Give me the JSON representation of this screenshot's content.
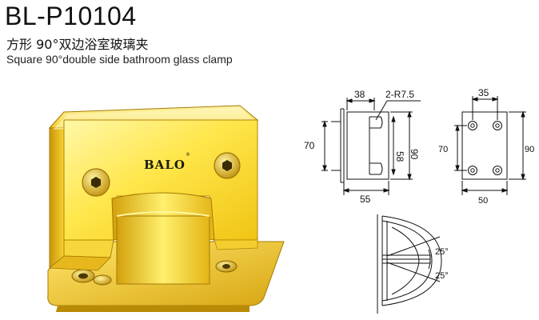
{
  "product": {
    "model": "BL-P10104",
    "title_cn": "方形 90°双边浴室玻璃夹",
    "title_en": "Square 90°double side bathroom glass clamp",
    "brand": "BALO"
  },
  "drawings": {
    "side_view": {
      "dim_top": "38",
      "dim_radius": "2-R7.5",
      "dim_height_left": "70",
      "dim_height_inner": "58",
      "dim_height_outer": "90",
      "dim_bottom": "55"
    },
    "front_view": {
      "dim_top": "35",
      "dim_left": "70",
      "dim_right": "90",
      "dim_bottom": "50"
    },
    "rotation_view": {
      "angle_upper": "25°",
      "angle_lower": "25°"
    }
  },
  "colors": {
    "gold_light": "#fff27a",
    "gold_mid": "#f2c820",
    "gold_dark": "#b88a05",
    "line": "#111111"
  }
}
